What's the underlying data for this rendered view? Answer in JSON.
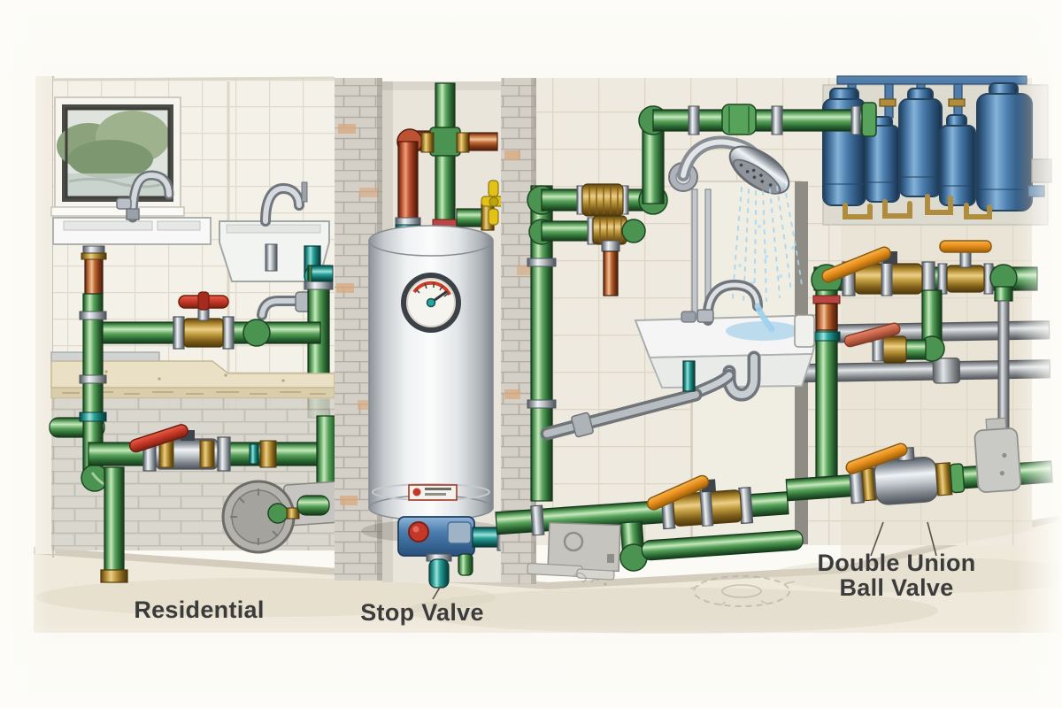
{
  "figure": {
    "type": "illustration",
    "subject": "Cross-section watercolor illustration of plumbing systems: residential kitchen piping, water heater with stop valve, and utility wall with shower, sink, valves and storage tank bank",
    "labels": {
      "residential": {
        "text": "Residential"
      },
      "stop_valve": {
        "text": "Stop Valve"
      },
      "double_union": {
        "line1": "Double Union",
        "line2": "Ball Valve"
      }
    },
    "colors": {
      "paper": "#fbfaf5",
      "wall_tile_left": "#f4f1e8",
      "wall_tile_right": "#efeadf",
      "brick": "#d4d0c7",
      "brick_tan": "#d9a77b",
      "cinder_block": "#d4d1c8",
      "floor": "#efe9db",
      "pipe_green": "#57a35b",
      "pipe_copper": "#c06a32",
      "pipe_teal": "#2aa49d",
      "pipe_red": "#c05434",
      "pipe_gray": "#b6babd",
      "chrome": "#c2c8cd",
      "brass": "#c29d42",
      "handle_red": "#c93a28",
      "handle_orange": "#e88f1b",
      "handle_yellow": "#e3c117",
      "handle_salmon": "#c9654a",
      "tank_blue": "#4d80b0",
      "stop_valve_blue": "#4a7cae",
      "water": "#a5d5ef",
      "heater_body": "#eff1f2",
      "counter": "#e9e0c6",
      "label_text": "#3b3b3b"
    },
    "components": {
      "residential_section": [
        "window-with-trees",
        "kitchen-sink",
        "kitchen-faucet",
        "bathroom-sink",
        "bathroom-faucet",
        "stone-counter",
        "red-wheel-gate-valve",
        "red-lever-ball-valve",
        "water-meter",
        "copper-drain",
        "green-supply-pipes"
      ],
      "heater_section": [
        "water-heater-tank",
        "pressure-gauge",
        "rating-badge",
        "red-inlet-pipe",
        "copper-outlet-stub",
        "yellow-service-valve",
        "blue-stop-valve-body",
        "teal-drain-pipe"
      ],
      "utility_section": [
        "shower-head",
        "shower-spray",
        "wall-hung-sink",
        "sink-faucet",
        "p-trap",
        "drain-pipe",
        "brass-couplings",
        "orange-lever-ball-valve-upper",
        "orange-t-handle-stop-valve",
        "salmon-lever-valve",
        "orange-lever-ball-valve-lower",
        "double-union-ball-valve",
        "inline-filter-housing",
        "gray-service-pipes",
        "floor-drain-sketch",
        "utility-panel"
      ],
      "storage_tank_count": 5
    }
  }
}
